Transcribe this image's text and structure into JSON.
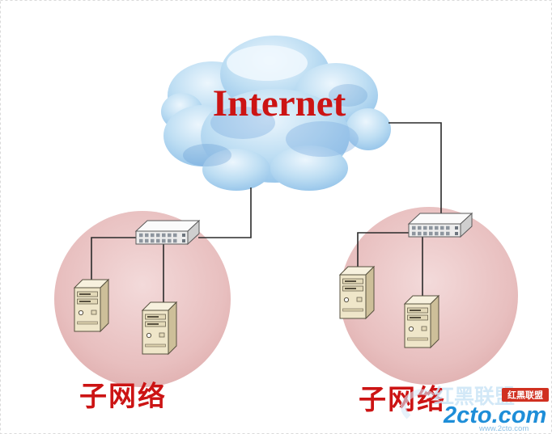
{
  "diagram": {
    "internet_label": "Internet",
    "subnets": [
      {
        "label": "子网络"
      },
      {
        "label": "子网络"
      }
    ],
    "icons": {
      "cloud": "internet-cloud",
      "switch": "network-switch",
      "server": "server-tower"
    },
    "colors": {
      "cloud_blue": "#aed3ee",
      "cloud_shadow": "#6ea7dc",
      "subnet_pink": "#e7bcbc",
      "label_red": "#cc1414",
      "line_dark": "#2a2a2a",
      "server_beige": "#efe6c9",
      "watermark_blue": "#1e8ed8",
      "badge_red": "#d03020"
    },
    "watermark": {
      "site": "2cto.com",
      "badge": "红黑联盟",
      "url": "www.2cto.com",
      "faint": "红黑联盟"
    }
  }
}
